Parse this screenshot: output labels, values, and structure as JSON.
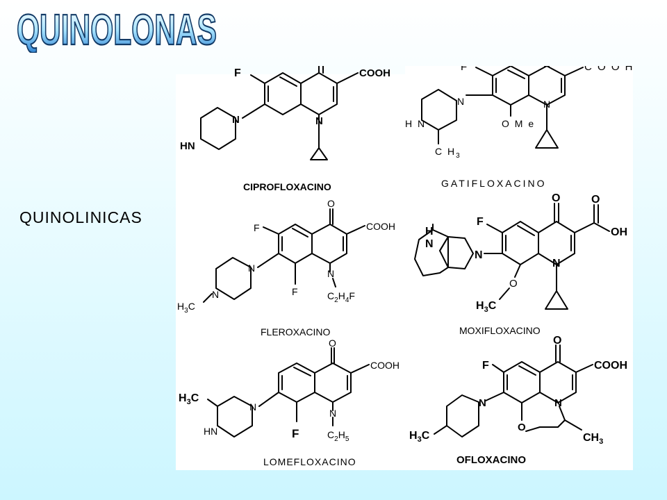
{
  "title": "QUINOLONAS",
  "side_label": "QUINOLINICAS",
  "compounds": [
    {
      "name": "CIPROFLOXACINO",
      "F": "F",
      "O": "O",
      "COOH": "COOH",
      "N1": "N",
      "N_pip": "N",
      "HN": "HN"
    },
    {
      "name": "GATIFLOXACINO",
      "F": "F",
      "O": "O",
      "COOH": "C O O H",
      "N1": "N",
      "N_pip": "N",
      "HN": "H N",
      "OMe": "O M e",
      "CH3": "C H",
      "sub3": "3"
    },
    {
      "name": "FLEROXACINO",
      "F6": "F",
      "F8": "F",
      "O": "O",
      "COOH": "COOH",
      "N1": "N",
      "N_a": "N",
      "N_b": "N",
      "H3C": "H",
      "sub3": "3",
      "C": "C",
      "C2H4F": "C",
      "sub2": "2",
      "H": "H",
      "sub4": "4",
      "Fend": "F"
    },
    {
      "name": "MOXIFLOXACINO",
      "F": "F",
      "O": "O",
      "O2": "O",
      "OH": "OH",
      "N1": "N",
      "N_pyr": "N",
      "NH_H": "H",
      "NH_N": "N",
      "Oe": "O",
      "H3C": "H",
      "sub3": "3",
      "C": "C"
    },
    {
      "name": "LOMEFLOXACINO",
      "F": "F",
      "O": "O",
      "COOH": "COOH",
      "N1": "N",
      "N_pip": "N",
      "HN": "HN",
      "H3C": "H",
      "sub3": "3",
      "C": "C",
      "C2H5": "C",
      "sub2": "2",
      "H": "H",
      "sub5": "5"
    },
    {
      "name": "OFLOXACINO",
      "F": "F",
      "O": "O",
      "COOH": "COOH",
      "N1": "N",
      "N_pip": "N",
      "Oring": "O",
      "H3C": "H",
      "sub3": "3",
      "C": "C",
      "CH3": "CH",
      "sub3b": "3"
    }
  ]
}
